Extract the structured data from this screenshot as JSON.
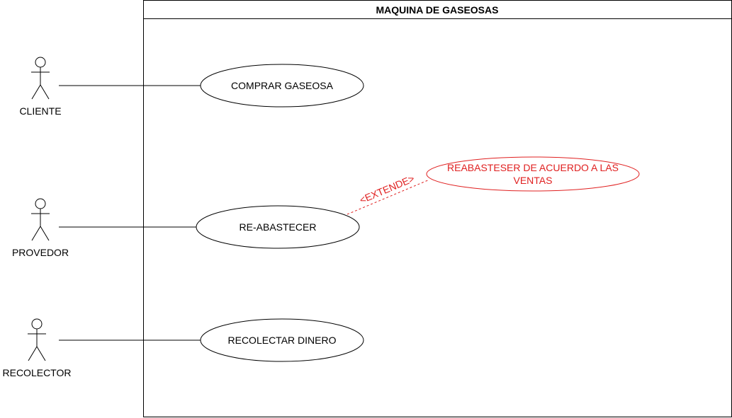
{
  "system": {
    "title": "MAQUINA DE GASEOSAS"
  },
  "actors": [
    {
      "label": "CLIENTE"
    },
    {
      "label": "PROVEDOR"
    },
    {
      "label": "RECOLECTOR"
    }
  ],
  "use_cases": [
    {
      "label": "COMPRAR GASEOSA"
    },
    {
      "label": "RE-ABASTECER"
    },
    {
      "label": "RECOLECTAR DINERO"
    },
    {
      "label_line1": "REABASTESER DE ACUERDO A LAS",
      "label_line2": "VENTAS"
    }
  ],
  "relations": {
    "extend_label": "<EXTENDE>"
  },
  "colors": {
    "line": "#000000",
    "extend": "#e02020"
  }
}
